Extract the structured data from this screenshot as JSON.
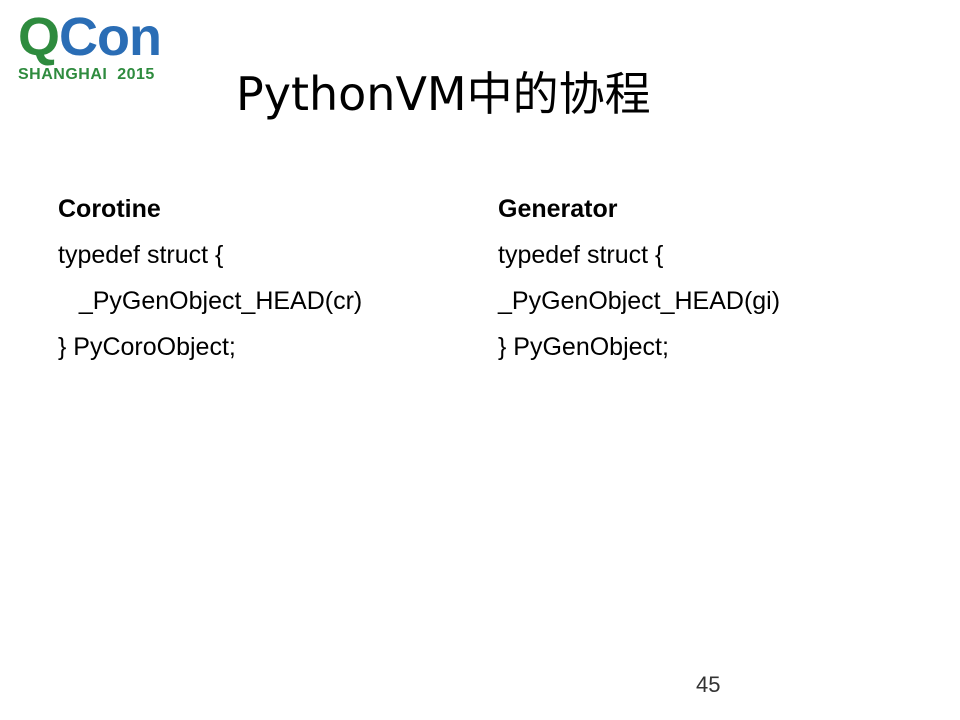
{
  "logo": {
    "part1": "Q",
    "part2": "Con",
    "subtitle": "SHANGHAI  2015"
  },
  "title": "PythonVM中的协程",
  "left": {
    "heading": "Corotine",
    "lines": [
      "typedef struct {",
      "   _PyGenObject_HEAD(cr)",
      "} PyCoroObject;"
    ]
  },
  "right": {
    "heading": "Generator",
    "lines": [
      "typedef struct {",
      "_PyGenObject_HEAD(gi)",
      "} PyGenObject;"
    ]
  },
  "page_number": "45"
}
